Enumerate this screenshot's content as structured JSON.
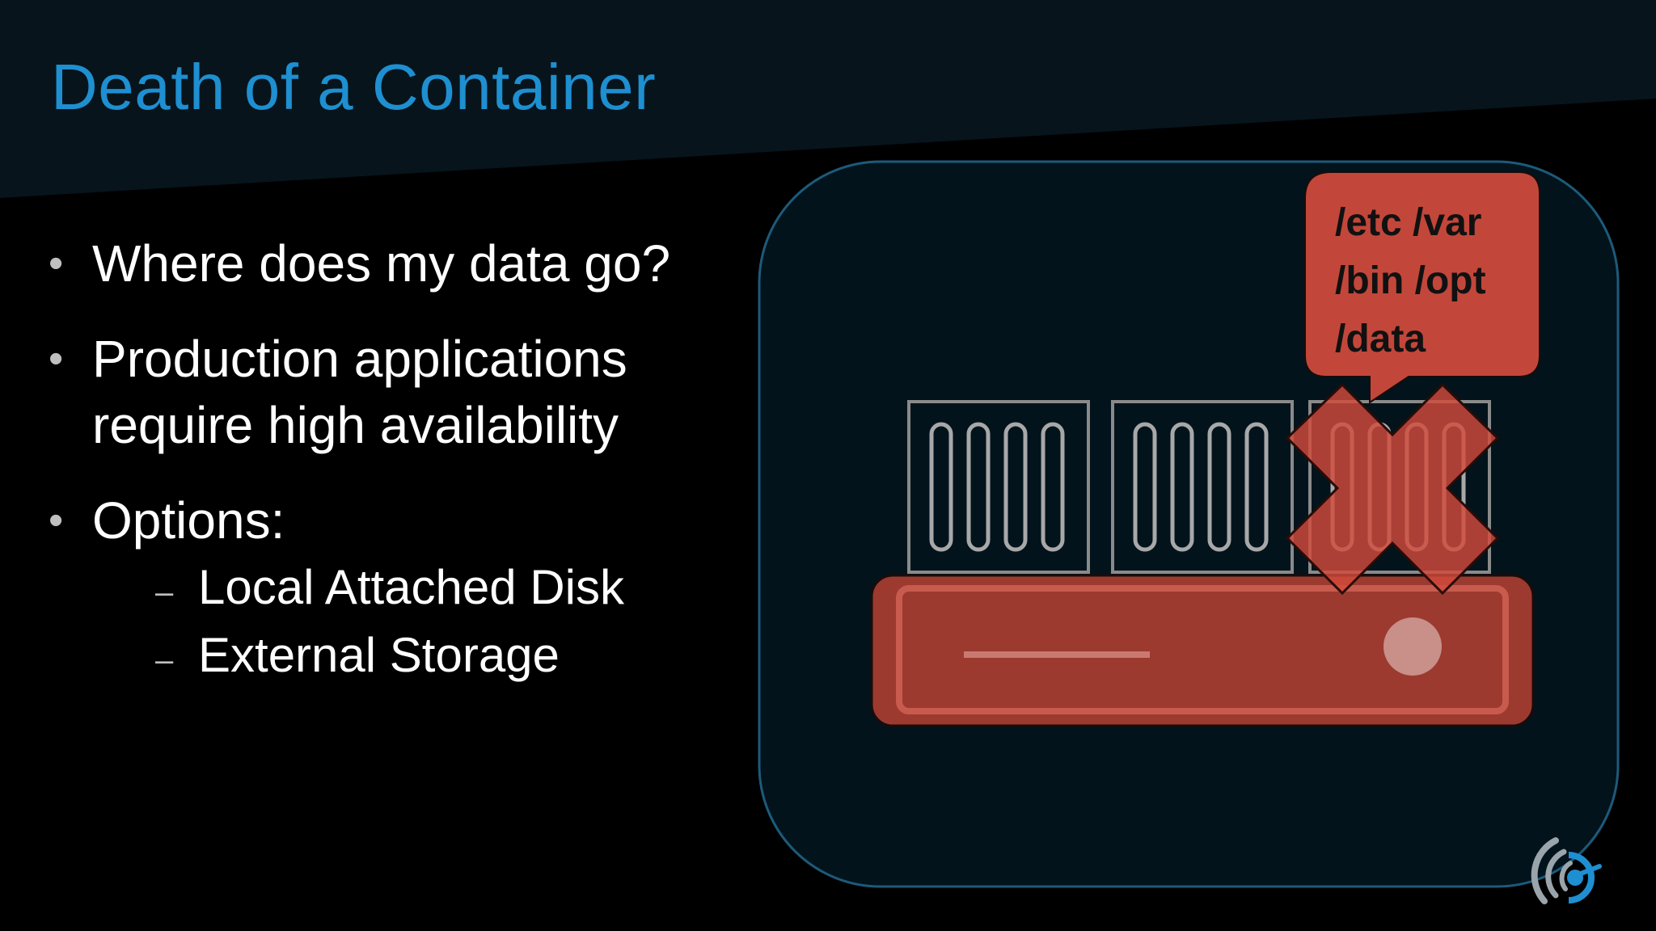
{
  "slide": {
    "title": "Death of a Container",
    "bullets": [
      {
        "text": "Where does my data go?"
      },
      {
        "text": "Production applications require high availability"
      },
      {
        "text": "Options:",
        "sub_items": [
          "Local Attached Disk",
          "External Storage"
        ]
      }
    ],
    "bullet_glyph": "•",
    "sub_bullet_glyph": "–"
  },
  "diagram": {
    "callout_paths": [
      "/etc /var",
      "/bin /opt",
      "/data"
    ],
    "container_count": 3,
    "failed_container_index": 3,
    "icons": [
      "container-icon",
      "server-disk-icon",
      "failure-x-icon",
      "brand-logo-icon"
    ]
  },
  "colors": {
    "background": "#000000",
    "header_band": "#07141c",
    "title": "#1e8fd0",
    "panel_fill": "#02131c",
    "panel_border": "#1d5a7a",
    "accent_red": "#c2473a",
    "text": "#ffffff"
  }
}
